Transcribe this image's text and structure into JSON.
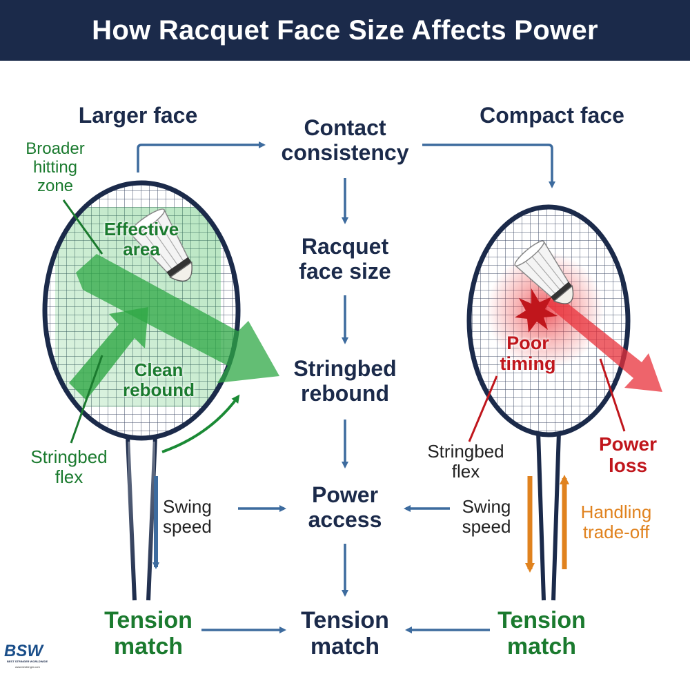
{
  "title": "How Racquet Face Size Affects Power",
  "colors": {
    "navy": "#1b2a4a",
    "arrow_blue": "#3d6b9e",
    "green": "#1a7a2e",
    "red": "#c0161c",
    "orange": "#e0821e"
  },
  "left": {
    "heading": "Larger face",
    "zone": "Broader\nhitting\nzone",
    "effective": "Effective\narea",
    "clean": "Clean\nrebound",
    "flex": "Stringbed\nflex",
    "swing": "Swing\nspeed",
    "tension": "Tension\nmatch"
  },
  "center": {
    "contact": "Contact\nconsistency",
    "face": "Racquet\nface size",
    "rebound": "Stringbed\nrebound",
    "power": "Power\naccess",
    "tension": "Tension\nmatch"
  },
  "right": {
    "heading": "Compact face",
    "poor": "Poor\ntiming",
    "flex": "Stringbed\nflex",
    "loss": "Power\nloss",
    "swing": "Swing\nspeed",
    "handling": "Handling\ntrade-off",
    "tension": "Tension\nmatch"
  },
  "logo": {
    "mark": "BSW",
    "tagline": "BEST STRINGER WORLDWIDE",
    "url": "www.bestringer.com"
  }
}
